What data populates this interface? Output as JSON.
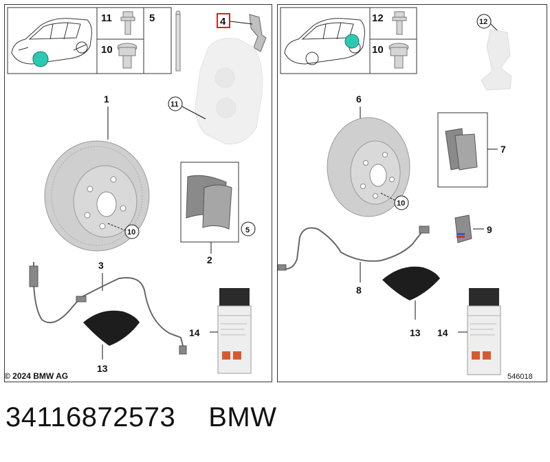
{
  "copyright": "© 2024 BMW AG",
  "diagram_id": "546018",
  "footer": {
    "part_number": "34116872573",
    "brand": "BMW"
  },
  "colors": {
    "locator_dot": "#2cc9b2",
    "highlight_box": "#d32020",
    "part_grey": "#c8c8c8"
  },
  "left_panel": {
    "labels": {
      "n11": "11",
      "n10": "10",
      "n5": "5",
      "n4": "4",
      "n11_callout": "11",
      "n1": "1",
      "n10_callout": "10",
      "n5_callout": "5",
      "n2": "2",
      "n3": "3",
      "n14": "14",
      "n13": "13"
    }
  },
  "right_panel": {
    "labels": {
      "n12": "12",
      "n10": "10",
      "n12_callout": "12",
      "n6": "6",
      "n7": "7",
      "n10_callout": "10",
      "n9": "9",
      "n8": "8",
      "n14": "14",
      "n13": "13"
    }
  }
}
